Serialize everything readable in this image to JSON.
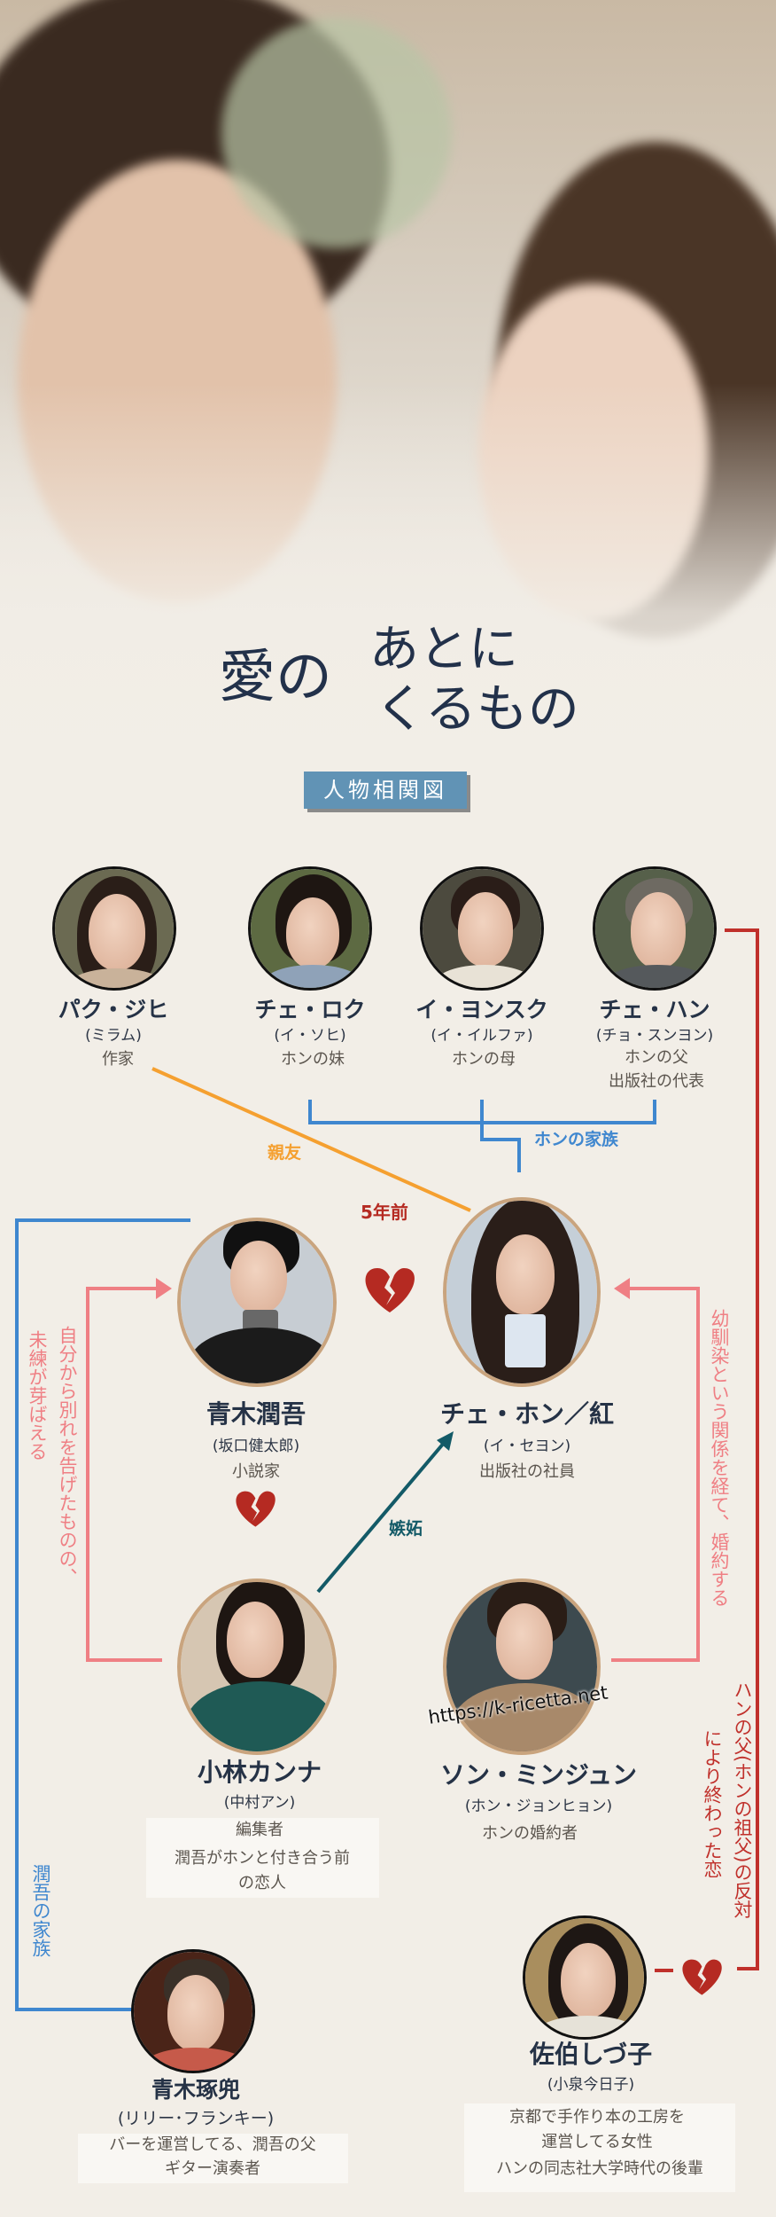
{
  "title": {
    "line1": "愛の",
    "line2a": "あとに",
    "line2b": "くるもの"
  },
  "badge": "人物相関図",
  "family_row": [
    {
      "name": "パク・ジヒ",
      "actor": "(ミラム)",
      "roles": [
        "作家"
      ]
    },
    {
      "name": "チェ・ロク",
      "actor": "(イ・ソヒ)",
      "roles": [
        "ホンの妹"
      ]
    },
    {
      "name": "イ・ヨンスク",
      "actor": "(イ・イルファ)",
      "roles": [
        "ホンの母"
      ]
    },
    {
      "name": "チェ・ハン",
      "actor": "(チョ・スンヨン)",
      "roles": [
        "ホンの父",
        "出版社の代表"
      ]
    }
  ],
  "main": {
    "jungo": {
      "name": "青木潤吾",
      "actor": "(坂口健太郎)",
      "roles": [
        "小説家"
      ]
    },
    "hong": {
      "name": "チェ・ホン／紅",
      "actor": "(イ・セヨン)",
      "roles": [
        "出版社の社員"
      ]
    },
    "kanna": {
      "name": "小林カンナ",
      "actor": "(中村アン)",
      "roles": [
        "編集者",
        "潤吾がホンと付き合う前",
        "の恋人"
      ]
    },
    "minjun": {
      "name": "ソン・ミンジュン",
      "actor": "(ホン・ジョンヒョン)",
      "roles": [
        "ホンの婚約者"
      ]
    },
    "takuji": {
      "name": "青木琢兜",
      "actor": "(リリー･フランキー)",
      "roles": [
        "バーを運営してる、潤吾の父",
        "ギター演奏者"
      ]
    },
    "shizuko": {
      "name": "佐伯しづ子",
      "actor": "(小泉今日子)",
      "roles": [
        "京都で手作り本の工房を",
        "運営してる女性",
        "ハンの同志社大学時代の後輩"
      ]
    }
  },
  "relations": {
    "best_friend": "親友",
    "hong_family": "ホンの家族",
    "five_years_ago": "5年前",
    "jealousy": "嫉妬",
    "jungo_lingering": [
      "自分から別れを告げたものの、",
      "未練が芽ばえる"
    ],
    "engaged": "幼馴染という関係を経て、婚約する",
    "han_love": [
      "ハンの父(ホンの祖父)の反対",
      "により終わった恋"
    ],
    "jungo_family": "潤吾の家族"
  },
  "watermark": "https://k-ricetta.net",
  "colors": {
    "navy": "#253246",
    "blue": "#3f87cf",
    "orange": "#f5a030",
    "red": "#c0302b",
    "pink": "#ef7f84",
    "teal": "#135a67",
    "badge": "#6193b5"
  }
}
